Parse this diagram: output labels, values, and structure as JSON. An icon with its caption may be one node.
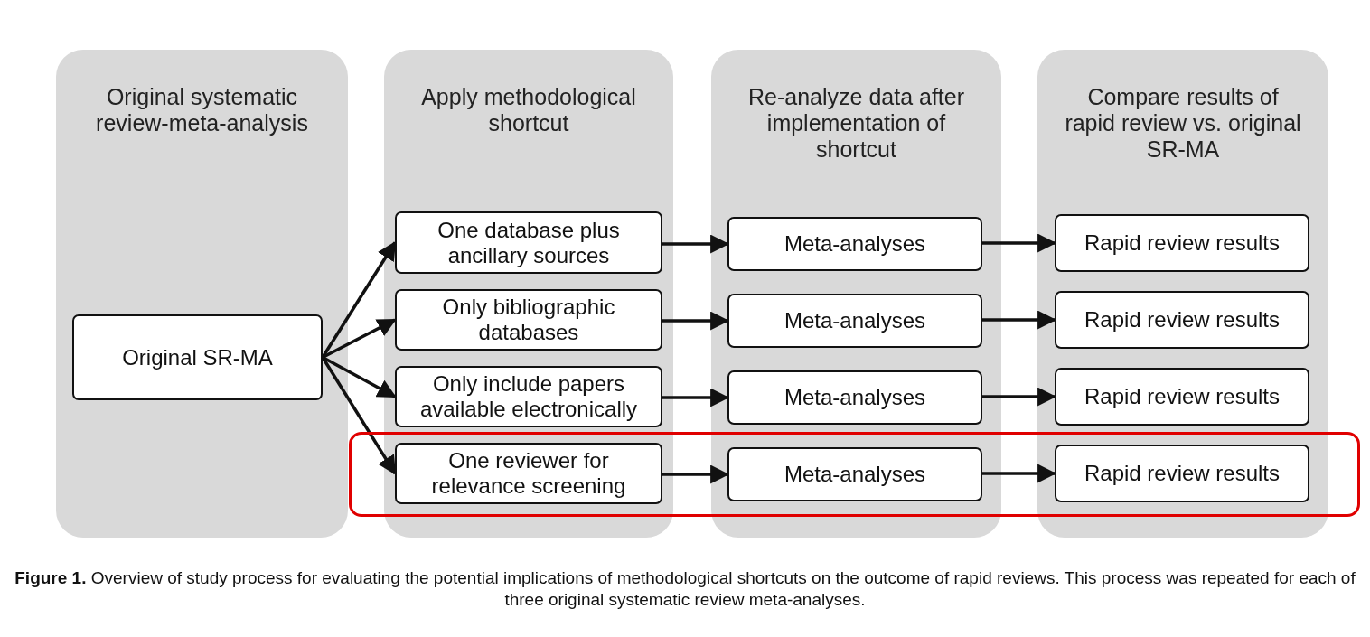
{
  "diagram": {
    "caption": "**Figure 1.** Overview of study process for evaluating the potential implications of methodological shortcuts on the outcome of rapid reviews. This process was repeated for each of three original systematic review meta-analyses.",
    "nodes": [
      {
        "text": [
          "Original systematic review-meta-analysis"
        ]
      },
      {
        "text": [
          "Original SR-MA"
        ],
        "in": 0
      },
      {
        "text": [
          "Apply methodological shortcut"
        ]
      },
      {
        "text": [
          "One database plus ancillary sources"
        ],
        "in": 2
      },
      {
        "text": [
          "Only bibliographic databases"
        ],
        "in": 2
      },
      {
        "text": [
          "Only include papers available electronically"
        ],
        "in": 2
      },
      {
        "text": [
          "One reviewer for relevance screening"
        ],
        "in": 2
      },
      {
        "text": [
          "Re-analyze data after implementation of shortcut"
        ]
      },
      {
        "text": [
          "Meta-analyses"
        ],
        "in": 7
      },
      {
        "text": [
          "Meta-analyses"
        ],
        "in": 7
      },
      {
        "text": [
          "Meta-analyses"
        ],
        "in": 7
      },
      {
        "text": [
          "Meta-analyses"
        ],
        "in": 7
      },
      {
        "text": [
          "Compare results of rapid review vs. original SR-MA"
        ]
      },
      {
        "text": [
          "Rapid review results"
        ],
        "in": 12
      },
      {
        "text": [
          "Rapid review results"
        ],
        "in": 12
      },
      {
        "text": [
          "Rapid review results"
        ],
        "in": 12
      },
      {
        "text": [
          "Rapid review results"
        ],
        "in": 12
      }
    ],
    "edges": [
      {
        "from": 1,
        "to": 3,
        "arrow": "to"
      },
      {
        "from": 1,
        "to": 4,
        "arrow": "to"
      },
      {
        "from": 1,
        "to": 5,
        "arrow": "to"
      },
      {
        "from": 1,
        "to": 6,
        "arrow": "to"
      },
      {
        "from": 3,
        "to": 8,
        "arrow": "to"
      },
      {
        "from": 8,
        "to": 13,
        "arrow": "to"
      },
      {
        "from": 4,
        "to": 9,
        "arrow": "to"
      },
      {
        "from": 9,
        "to": 14,
        "arrow": "to"
      },
      {
        "from": 5,
        "to": 10,
        "arrow": "to"
      },
      {
        "from": 10,
        "to": 15,
        "arrow": "to"
      },
      {
        "from": 6,
        "to": 11,
        "arrow": "to"
      },
      {
        "from": 11,
        "to": 16,
        "arrow": "to"
      }
    ]
  }
}
